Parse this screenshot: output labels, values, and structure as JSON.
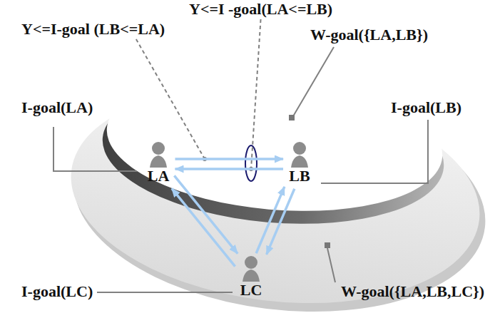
{
  "diagram": {
    "nodes": [
      {
        "text": [
          "W-goal({LA,LB,LC})"
        ]
      },
      {
        "text": [
          "W-goal({LA,LB})"
        ],
        "in": 0
      },
      {
        "text": [
          "LA"
        ],
        "in": 1
      },
      {
        "text": [
          "LB"
        ],
        "in": 1
      },
      {
        "text": [
          "LC"
        ],
        "in": 0
      }
    ],
    "edges": [
      {
        "from": 2,
        "to": 3,
        "arrow": "to"
      },
      {
        "from": 3,
        "to": 2,
        "arrow": "to"
      },
      {
        "from": 2,
        "to": 4,
        "arrow": "to"
      },
      {
        "from": 4,
        "to": 2,
        "arrow": "to"
      },
      {
        "from": 4,
        "to": 3,
        "arrow": "to"
      },
      {
        "from": 3,
        "to": 4,
        "arrow": "to"
      }
    ],
    "labels": [
      "Y<=I -goal(LA<=LB)",
      "Y<=I-goal (LB<=LA)",
      "I-goal(LA)",
      "I-goal(LB)",
      "I-goal(LC)"
    ]
  }
}
